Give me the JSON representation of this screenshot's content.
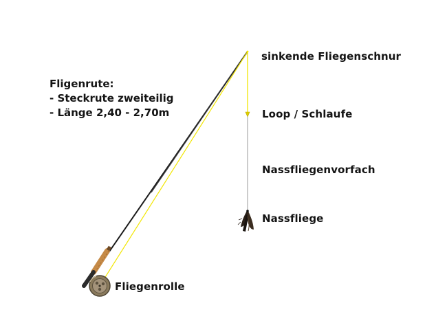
{
  "rod_info": {
    "title": "Fligenrute:",
    "lines": [
      "- Steckrute zweiteilig",
      "- Länge 2,40 - 2,70m"
    ]
  },
  "labels": {
    "fly_line": "sinkende Fliegenschnur",
    "loop": "Loop / Schlaufe",
    "leader": "Nassfliegenvorfach",
    "fly": "Nassfliege",
    "reel": "Fliegenrolle"
  },
  "colors": {
    "fly_line": "#f2e600",
    "rod": "#1c1c1c",
    "grip": "#c58a47",
    "reel": "#8a7a5c",
    "leader": "#9a9a9a"
  }
}
